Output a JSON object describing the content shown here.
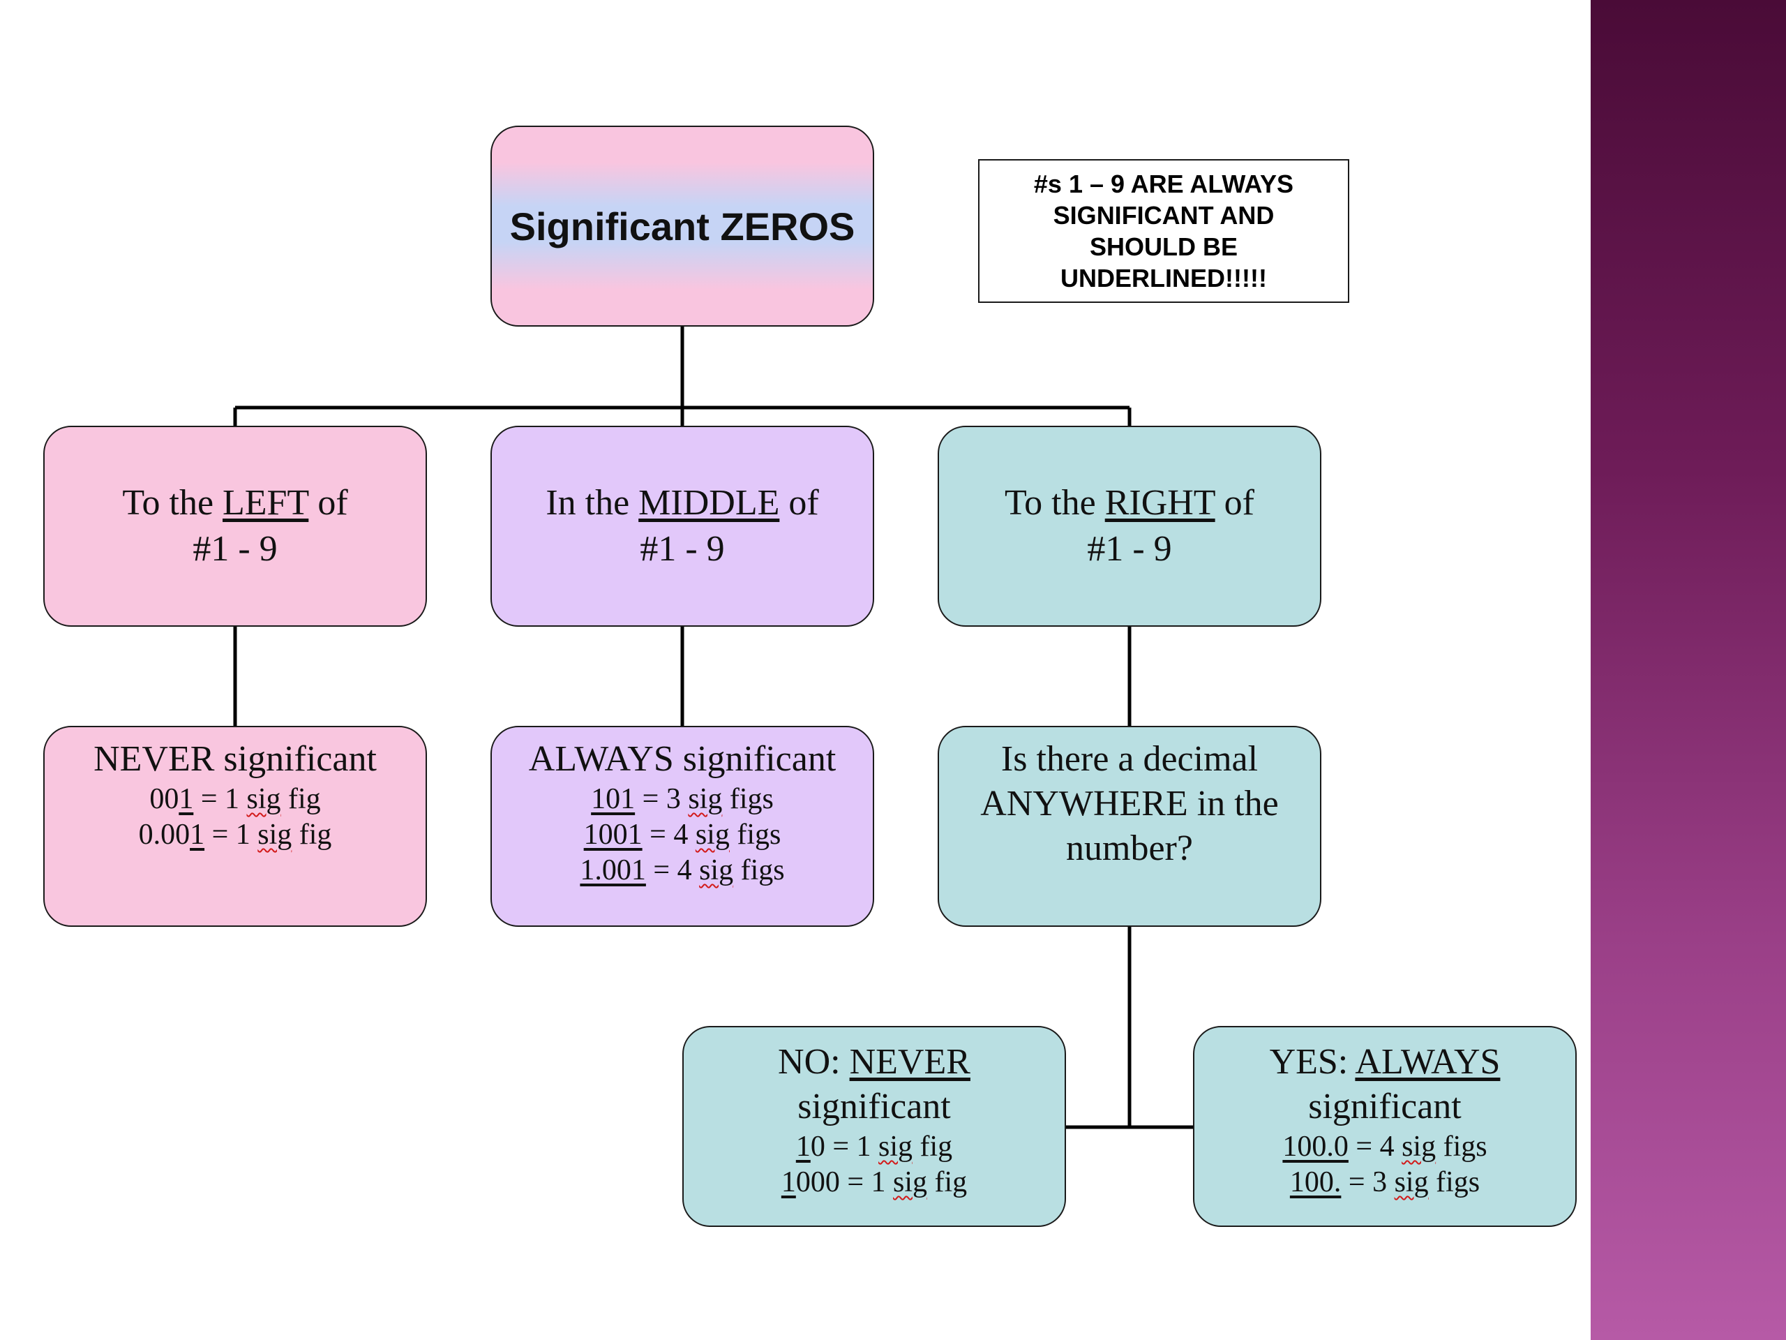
{
  "root": {
    "part1": "Significant",
    "part2": "ZEROS"
  },
  "note": {
    "lines": [
      "#s 1 – 9 ARE ALWAYS",
      "SIGNIFICANT AND",
      "SHOULD BE",
      "UNDERLINED!!!!!"
    ]
  },
  "left": {
    "heading": {
      "pre": "To the ",
      "key": "LEFT",
      "post": " of",
      "line2": "#1 - 9"
    },
    "rule": "NEVER significant",
    "examples": [
      {
        "a": "00",
        "b": "1",
        "c": " = 1 ",
        "d": "sig",
        "e": " fig"
      },
      {
        "a": "0.00",
        "b": "1",
        "c": " = 1 ",
        "d": "sig",
        "e": " fig"
      }
    ]
  },
  "middle": {
    "heading": {
      "pre": "In the ",
      "key": "MIDDLE",
      "post": " of",
      "line2": "#1 - 9"
    },
    "rule": "ALWAYS significant",
    "examples": [
      {
        "a": "101",
        "b": " = 3 ",
        "c": "sig",
        "d": " figs"
      },
      {
        "a": "1001",
        "b": " = 4 ",
        "c": "sig",
        "d": " figs"
      },
      {
        "a": "1.001",
        "b": " = 4 ",
        "c": "sig",
        "d": " figs"
      }
    ]
  },
  "right": {
    "heading": {
      "pre": "To the ",
      "key": "RIGHT",
      "post": " of",
      "line2": "#1 - 9"
    },
    "question": [
      "Is there a decimal",
      "ANYWHERE in the",
      "number?"
    ]
  },
  "no_branch": {
    "prefix": "NO: ",
    "key": "NEVER",
    "line2": "significant",
    "examples": [
      {
        "a": "1",
        "b": "0 = 1 ",
        "c": "sig",
        "d": " fig"
      },
      {
        "a": "1",
        "b": "000 = 1 ",
        "c": "sig",
        "d": " fig"
      }
    ]
  },
  "yes_branch": {
    "prefix": "YES: ",
    "key": "ALWAYS",
    "line2": "significant",
    "examples": [
      {
        "a": "100.0",
        "b": " = 4 ",
        "c": "sig",
        "d": " figs"
      },
      {
        "a": "100.",
        "b": " = 3 ",
        "c": "sig",
        "d": " figs"
      }
    ]
  },
  "colors": {
    "pink": "#f9c6df",
    "lavender": "#e2c8fa",
    "teal": "#b9dfe2",
    "sidebar_top": "#4a0b37",
    "sidebar_bottom": "#b65aa6"
  }
}
